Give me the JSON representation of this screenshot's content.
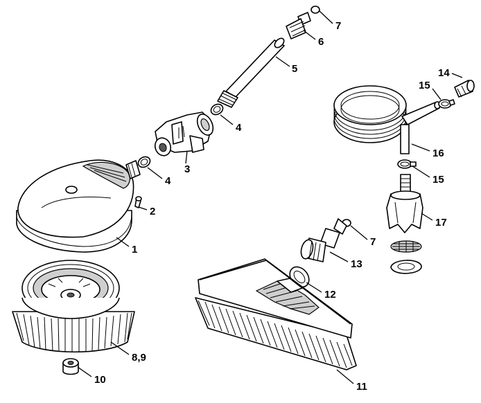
{
  "parts": [
    {
      "id": "1",
      "label": "1"
    },
    {
      "id": "2",
      "label": "2"
    },
    {
      "id": "3",
      "label": "3"
    },
    {
      "id": "4a",
      "label": "4"
    },
    {
      "id": "4b",
      "label": "4"
    },
    {
      "id": "5",
      "label": "5"
    },
    {
      "id": "6",
      "label": "6"
    },
    {
      "id": "7a",
      "label": "7"
    },
    {
      "id": "7b",
      "label": "7"
    },
    {
      "id": "8-9",
      "label": "8,9"
    },
    {
      "id": "10",
      "label": "10"
    },
    {
      "id": "11",
      "label": "11"
    },
    {
      "id": "12",
      "label": "12"
    },
    {
      "id": "13",
      "label": "13"
    },
    {
      "id": "14",
      "label": "14"
    },
    {
      "id": "15a",
      "label": "15"
    },
    {
      "id": "15b",
      "label": "15"
    },
    {
      "id": "16",
      "label": "16"
    },
    {
      "id": "17",
      "label": "17"
    }
  ]
}
